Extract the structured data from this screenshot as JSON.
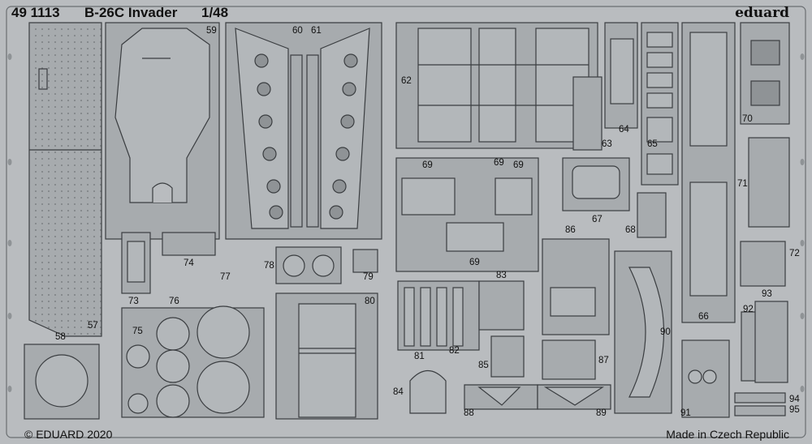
{
  "sheet": {
    "product_code": "49 1113",
    "title": "B-26C Invader",
    "scale": "1/48",
    "brand": "eduard",
    "copyright": "© EDUARD 2020",
    "origin": "Made in Czech Republic"
  },
  "part_numbers": [
    "57",
    "58",
    "59",
    "60",
    "61",
    "62",
    "63",
    "64",
    "65",
    "66",
    "67",
    "68",
    "69",
    "69",
    "69",
    "69",
    "70",
    "71",
    "72",
    "73",
    "74",
    "75",
    "76",
    "77",
    "78",
    "79",
    "80",
    "81",
    "82",
    "83",
    "84",
    "85",
    "86",
    "87",
    "88",
    "89",
    "90",
    "91",
    "92",
    "93",
    "94",
    "95"
  ],
  "colors": {
    "fret": "#b9bcbf",
    "part": "#a7abae",
    "line": "#3a3d40",
    "label": "#111111"
  }
}
